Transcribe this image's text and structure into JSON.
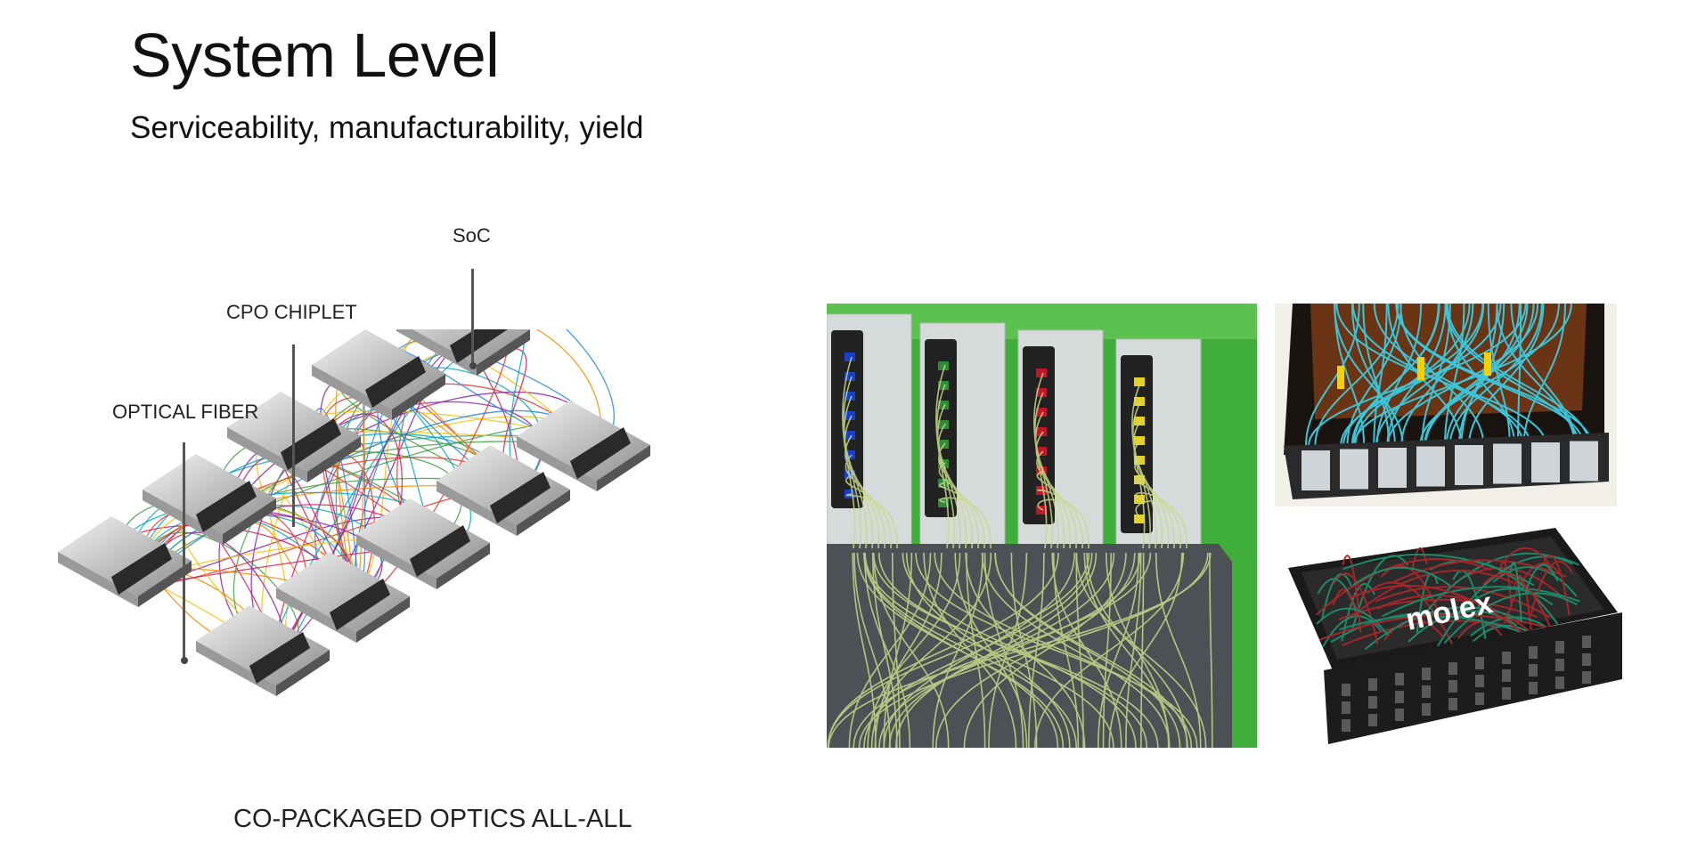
{
  "slide": {
    "title": "System Level",
    "subtitle": "Serviceability, manufacturability, yield"
  },
  "diagram": {
    "labels": {
      "soc": "SoC",
      "cpo_chiplet": "CPO CHIPLET",
      "optical_fiber": "OPTICAL FIBER"
    },
    "caption": "CO-PACKAGED OPTICS ALL-ALL",
    "fiber_colors": [
      "#e53935",
      "#f4c20d",
      "#1e88e5",
      "#43a047",
      "#8e24aa",
      "#fb8c00",
      "#d81b60",
      "#00acc1"
    ]
  },
  "photos": {
    "molex_logo": "molex"
  }
}
